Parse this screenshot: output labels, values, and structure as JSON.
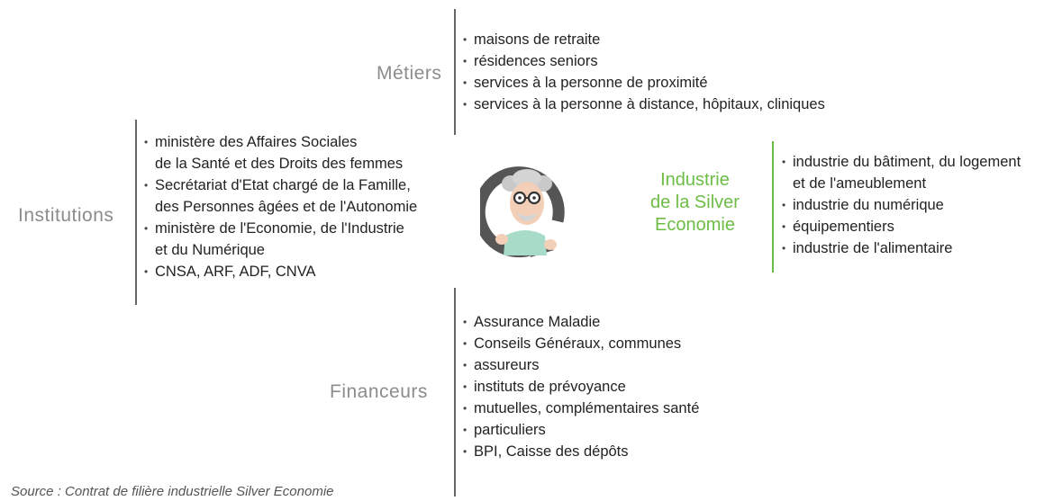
{
  "metiers": {
    "label": "Métiers",
    "items": [
      "maisons de retraite",
      "résidences seniors",
      "services à la personne de proximité",
      "services à la personne à distance, hôpitaux, cliniques"
    ]
  },
  "institutions": {
    "label": "Institutions",
    "items": [
      {
        "line1": "ministère des Affaires Sociales",
        "line2": "de la Santé et des Droits des femmes"
      },
      {
        "line1": "Secrétariat d'Etat chargé de la Famille,",
        "line2": "des Personnes âgées et de l'Autonomie"
      },
      {
        "line1": "ministère de l'Economie, de l'Industrie",
        "line2": "et du Numérique"
      },
      {
        "line1": "CNSA, ARF, ADF, CNVA",
        "line2": ""
      }
    ]
  },
  "industrie": {
    "label_lines": [
      "Industrie",
      "de la Silver",
      "Economie"
    ],
    "items": [
      {
        "line1": "industrie du bâtiment, du logement",
        "line2": "et de l'ameublement"
      },
      {
        "line1": "industrie du numérique",
        "line2": ""
      },
      {
        "line1": "équipementiers",
        "line2": ""
      },
      {
        "line1": "industrie de l'alimentaire",
        "line2": ""
      }
    ]
  },
  "financeurs": {
    "label": "Financeurs",
    "items": [
      "Assurance Maladie",
      "Conseils Généraux, communes",
      "assureurs",
      "instituts de prévoyance",
      "mutuelles, complémentaires santé",
      "particuliers",
      "BPI, Caisse des dépôts"
    ]
  },
  "bullet_glyph": "•",
  "source": "Source : Contrat de filière industrielle Silver Economie",
  "colors": {
    "green": "#6cbd45",
    "line_gray": "#666666",
    "label_gray": "#8c8c8c",
    "mascot_ring": "#555555",
    "shirt": "#a8dcc8"
  },
  "icons": [
    "silver-economy-mascot-icon"
  ]
}
